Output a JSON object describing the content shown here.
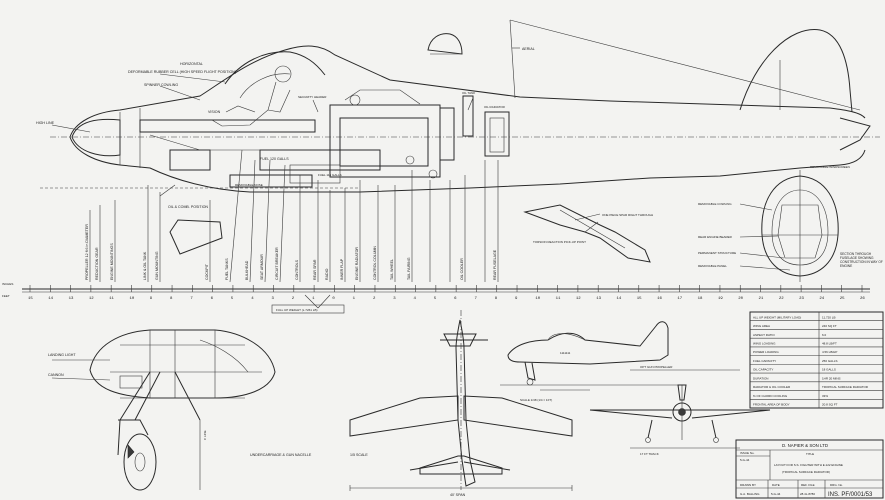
{
  "left_labels": {
    "high_line": "HIGH LINE",
    "rubber_cell": "DEFORMABLE RUBBER CELL (HIGH SPEED FLIGHT POSITION)",
    "horizontal": "HORIZONTAL",
    "spinner_cowling": "SPINNER COWLING",
    "vision": "VISION",
    "oil_cooler_position": "OIL & COMB. POSITION",
    "fuel": "FUEL 120 GALLS"
  },
  "mid_labels": {
    "engine_top": "SECURITY HEADER",
    "oil_tank": "OIL TANK",
    "oil_radiator": "OIL RADIATOR",
    "aerial": "AERIAL",
    "removable_nose": "REMOVABLE NOSE",
    "fuel_ind": "FUEL 115 GALLS",
    "tailplane_note": "ONE PIECE SPAR RIGHT THROUGH",
    "torsion_note": "TORSION REACTION PICK-UP POINT"
  },
  "station_labels": [
    "PROPELLER 12 ft 6 in DIAMETER",
    "REDUCTION GEAR",
    "ENGINE MOUNTINGS",
    "LINK & OIL TANK",
    "GUN MOUNTING",
    "COCKPIT",
    "FUEL TANKS",
    "BULKHEAD",
    "SEAT ARMOUR",
    "CIRCUIT BREAKER",
    "CONTROLS",
    "REAR SPAR",
    "RADIO",
    "INNER FLAP",
    "ENGINE RADIATOR",
    "CONTROL COLUMN",
    "TAIL WHEEL",
    "TAIL FAIRING",
    "OIL COOLER",
    "REAR FUSELAGE"
  ],
  "right_section_labels": [
    "REMOVABLE WINDSCREEN",
    "REMOVABLE COWLING",
    "REAR ENGINE BEARER",
    "PERMANENT STRUCTURE",
    "REMOVABLE PANEL",
    "SECTION THROUGH FUSELAGE SHOWING CONSTRUCTION IN WAY OF ENGINE"
  ],
  "scale": {
    "inches_label": "INCHES",
    "feet_label": "FEET",
    "feet_numbers": [
      "15",
      "14",
      "13",
      "12",
      "11",
      "10",
      "9",
      "8",
      "7",
      "6",
      "5",
      "4",
      "3",
      "2",
      "1",
      "0",
      "1",
      "2",
      "3",
      "4",
      "5",
      "6",
      "7",
      "8",
      "9",
      "10",
      "11",
      "12",
      "13",
      "14",
      "15",
      "16",
      "17",
      "18",
      "19",
      "20",
      "21",
      "22",
      "23",
      "24",
      "25",
      "26"
    ],
    "cg_note": "FULL UP WEIGHT (L.7261 LB)"
  },
  "spec_table": {
    "rows": [
      {
        "label": "ALL UP WEIGHT (MILITARY LOAD)",
        "value": "11,720 LB"
      },
      {
        "label": "WING AREA",
        "value": "240 SQ FT"
      },
      {
        "label": "ASPECT RATIO",
        "value": "6.0"
      },
      {
        "label": "WING LOADING",
        "value": "48.8 LB/FT"
      },
      {
        "label": "POWER LOADING",
        "value": "4.56 LB/HP"
      },
      {
        "label": "FUEL CAPACITY",
        "value": "250 GALLS"
      },
      {
        "label": "OIL CAPACITY",
        "value": "18 GALLS"
      },
      {
        "label": "DURATION",
        "value": "1HR 20 MINS"
      },
      {
        "label": "RADIATOR & OIL COOLER",
        "value": "TROPICAL SURFACE RADIATOR"
      },
      {
        "label": "% OF CHORD COOLING",
        "value": "33%"
      },
      {
        "label": "FRONTAL AREA OF BODY",
        "value": "20.8 SQ FT"
      }
    ]
  },
  "view_labels": {
    "landing_light": "LANDING LIGHT",
    "cannon": "CANNON",
    "undercarriage": "UNDERCARRIAGE & GUN NACELLE",
    "uc_scale": "1/5 SCALE",
    "span": "40' SPAN",
    "ground_angle": "OPT GUN PROPELLER",
    "c_line": "C LINE",
    "track": "17 FT TRACK",
    "scale_text": "SCALE 1/48 (1/4 = 1FT)"
  },
  "title_block": {
    "company": "D. NAPIER & SON LTD",
    "issue_no": "ISSUE No.",
    "title_label": "TITLE",
    "issue_date": "5-G-44",
    "title_line1": "LAYOUT FOR S.S. FIGHTER WITH E.122 ENGINE",
    "title_line2": "(TROPICAL SURFACE RADIATOR)",
    "drawn_by_label": "DRAWN BY",
    "date_label": "DATE",
    "ref_file_label": "REF. FILE",
    "drg_no_label": "DRG. No.",
    "drawn_by": "G.A. BALLING",
    "date": "5-G-44",
    "ref_file": "28.4L.8780",
    "drg_no": "INS. PF/0001/53"
  },
  "drawing_no_corner": "53"
}
